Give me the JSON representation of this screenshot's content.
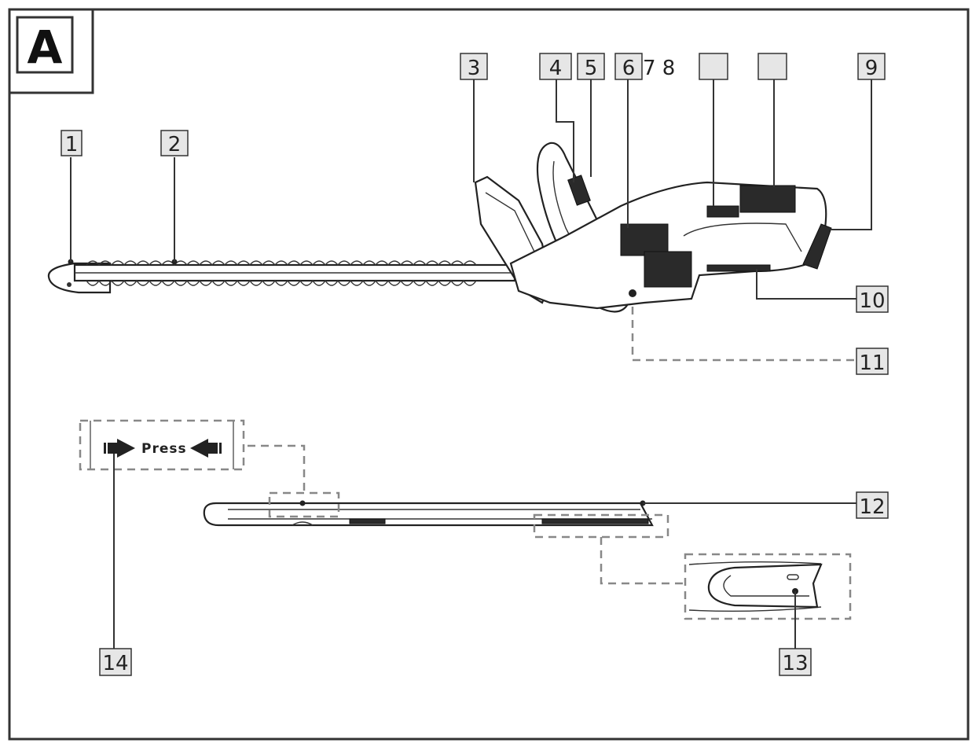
{
  "panel": {
    "letter": "A"
  },
  "callouts": {
    "c1": "1",
    "c2": "2",
    "c3": "3",
    "c4": "4",
    "c5": "5",
    "c6": "6",
    "c78": "7 8",
    "c9": "9",
    "c10": "10",
    "c11": "11",
    "c12": "12",
    "c13": "13",
    "c14": "14",
    "blank_a": "",
    "blank_b": ""
  },
  "press_detail": {
    "text": "Press"
  }
}
